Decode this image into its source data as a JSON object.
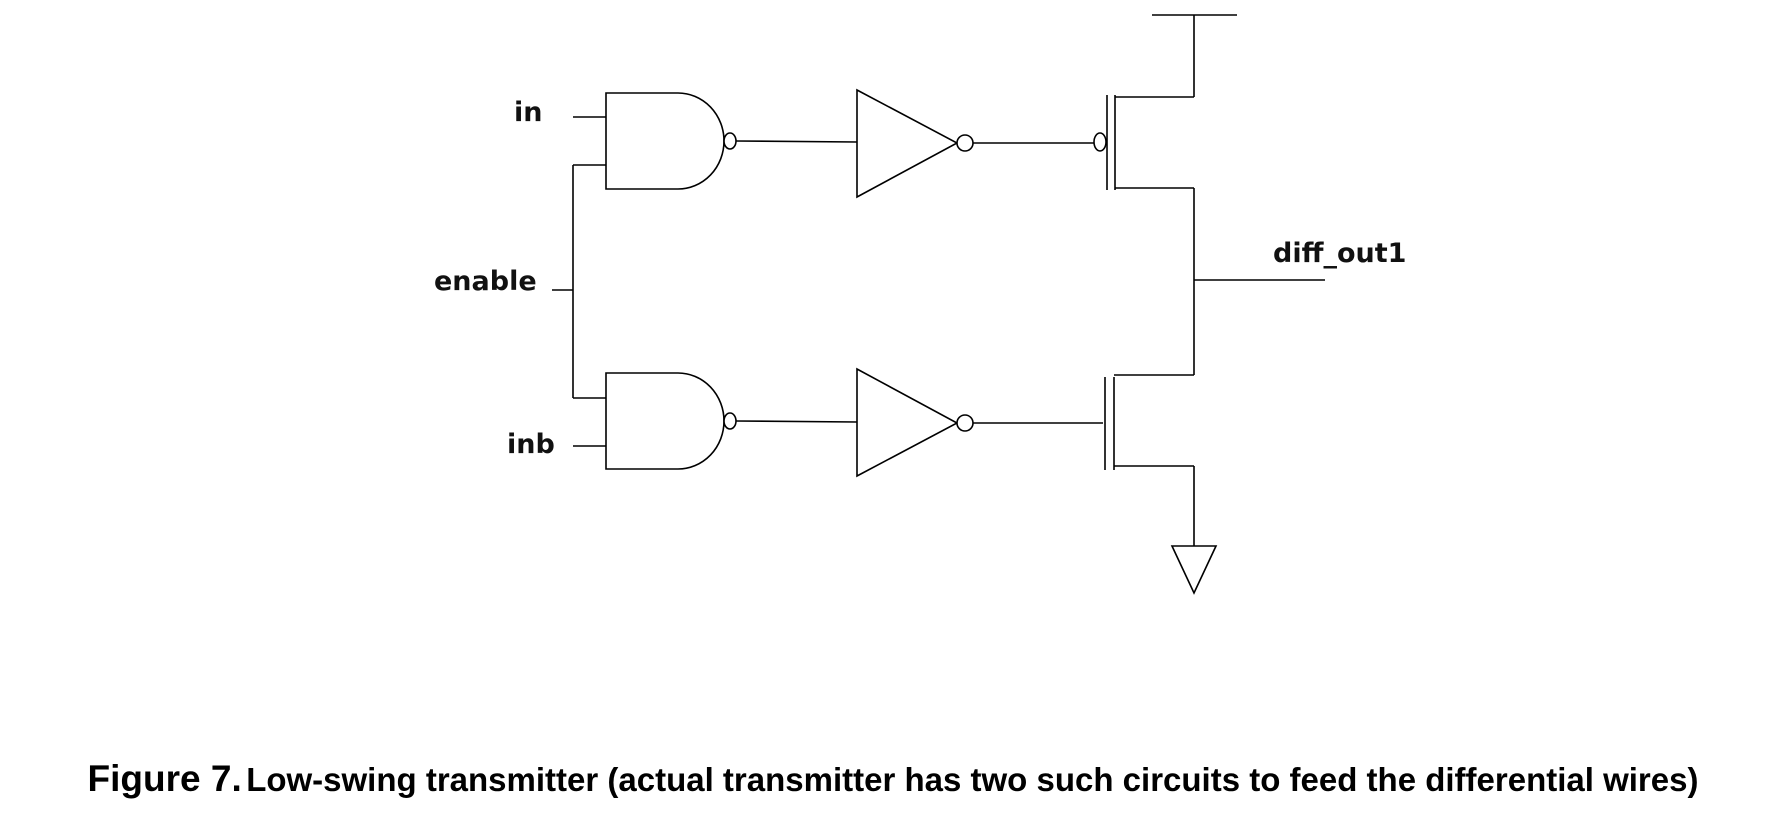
{
  "diagram": {
    "labels": {
      "in": "in",
      "enable": "enable",
      "inb": "inb",
      "output": "diff_out1"
    }
  },
  "caption": {
    "number": "Figure 7.",
    "text": "Low-swing transmitter (actual transmitter has two such circuits to feed the differential wires)"
  }
}
